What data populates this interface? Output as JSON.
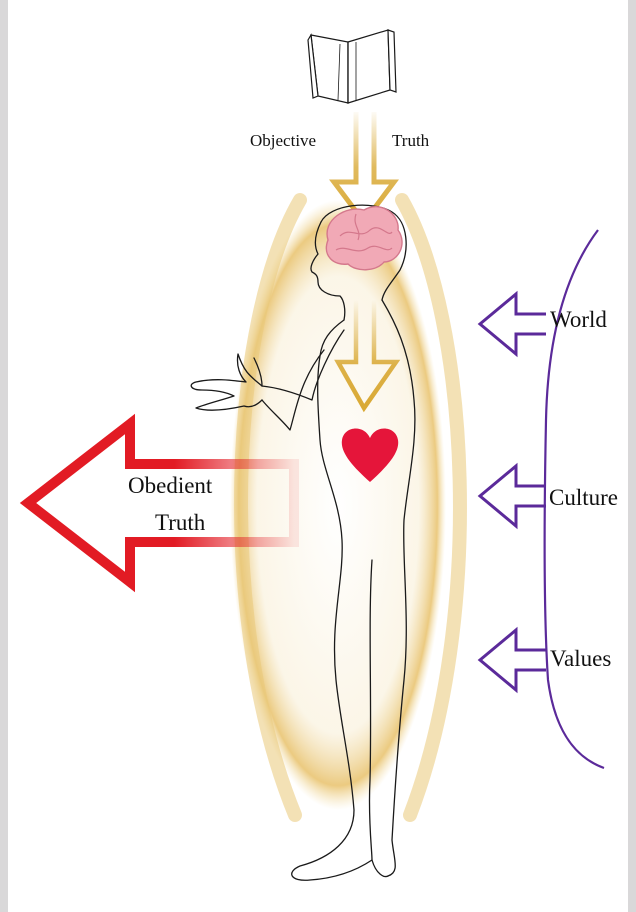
{
  "labels": {
    "objective": "Objective",
    "truth_top": "Truth",
    "obedient": "Obedient",
    "truth_left": "Truth",
    "world": "World",
    "culture": "Culture",
    "values": "Values"
  },
  "colors": {
    "background": "#d9d8d9",
    "paper": "#ffffff",
    "gold": "#d9a935",
    "glow": "#f0d9a0",
    "red": "#e21b24",
    "purple": "#5b2a9a",
    "heart": "#e5153a",
    "brain": "#f1a9b6",
    "outline": "#1a1a1a"
  },
  "icons": [
    "book-icon",
    "brain-icon",
    "heart-icon",
    "human-figure"
  ]
}
